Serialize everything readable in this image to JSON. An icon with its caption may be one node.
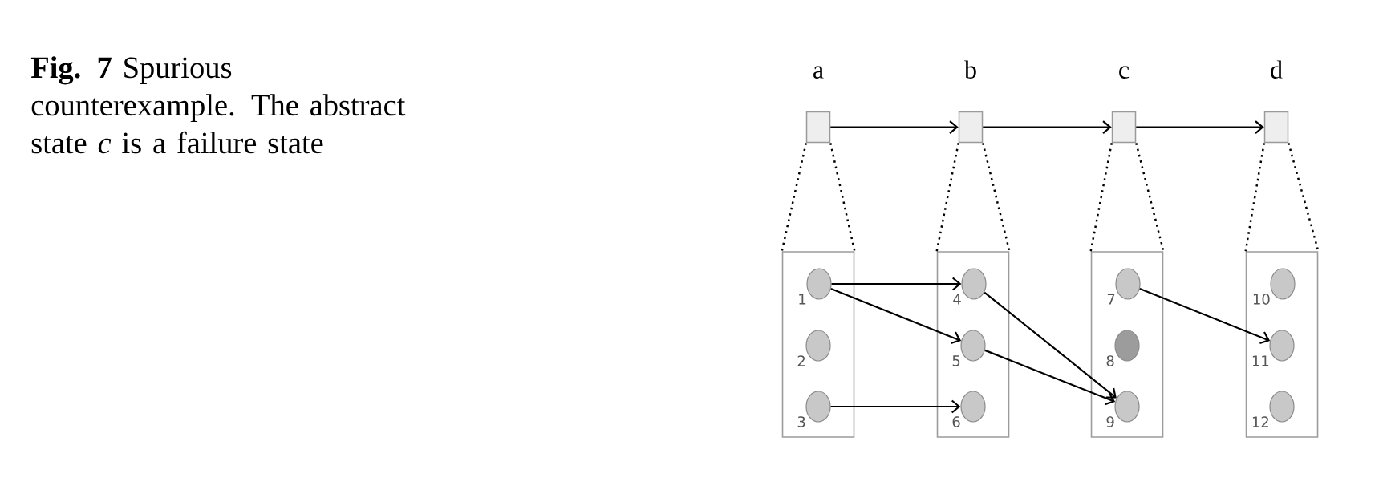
{
  "diagram": {
    "caption": "**Fig. 7** Spurious counterexample. The abstract state *c* is a failure state",
    "nodes": [
      {
        "text": [
          "a"
        ]
      },
      {
        "text": [
          "b"
        ]
      },
      {
        "text": [
          "c"
        ]
      },
      {
        "text": [
          "d"
        ]
      },
      {
        "text": [],
        "shape": "box"
      },
      {
        "text": [],
        "shape": "circle",
        "in": 4,
        "beside": [
          "1"
        ]
      },
      {
        "text": [],
        "shape": "circle",
        "in": 4,
        "beside": [
          "2"
        ]
      },
      {
        "text": [],
        "shape": "circle",
        "in": 4,
        "beside": [
          "3"
        ]
      },
      {
        "text": [],
        "shape": "box"
      },
      {
        "text": [],
        "shape": "circle",
        "in": 8,
        "beside": [
          "4"
        ]
      },
      {
        "text": [],
        "shape": "circle",
        "in": 8,
        "beside": [
          "5"
        ]
      },
      {
        "text": [],
        "shape": "circle",
        "in": 8,
        "beside": [
          "6"
        ]
      },
      {
        "text": [],
        "shape": "box"
      },
      {
        "text": [],
        "shape": "circle",
        "in": 12,
        "beside": [
          "7"
        ]
      },
      {
        "text": [],
        "shape": "circle",
        "in": 12,
        "beside": [
          "8"
        ]
      },
      {
        "text": [],
        "shape": "circle",
        "in": 12,
        "beside": [
          "9"
        ]
      },
      {
        "text": [],
        "shape": "box"
      },
      {
        "text": [],
        "shape": "circle",
        "in": 16,
        "beside": [
          "10"
        ]
      },
      {
        "text": [],
        "shape": "circle",
        "in": 16,
        "beside": [
          "11"
        ]
      },
      {
        "text": [],
        "shape": "circle",
        "in": 16,
        "beside": [
          "12"
        ]
      }
    ],
    "edges": [
      {
        "from": 0,
        "to": 1,
        "arrow": "to"
      },
      {
        "from": 1,
        "to": 2,
        "arrow": "to"
      },
      {
        "from": 2,
        "to": 3,
        "arrow": "to"
      },
      {
        "from": 0,
        "to": 4,
        "arrow": "none",
        "style": "dashed"
      },
      {
        "from": 1,
        "to": 8,
        "arrow": "none",
        "style": "dashed"
      },
      {
        "from": 2,
        "to": 12,
        "arrow": "none",
        "style": "dashed"
      },
      {
        "from": 3,
        "to": 16,
        "arrow": "none",
        "style": "dashed"
      },
      {
        "from": 5,
        "to": 9,
        "arrow": "to"
      },
      {
        "from": 5,
        "to": 10,
        "arrow": "to"
      },
      {
        "from": 7,
        "to": 11,
        "arrow": "to"
      },
      {
        "from": 9,
        "to": 15,
        "arrow": "to"
      },
      {
        "from": 10,
        "to": 15,
        "arrow": "to"
      },
      {
        "from": 13,
        "to": 18,
        "arrow": "to"
      }
    ]
  }
}
